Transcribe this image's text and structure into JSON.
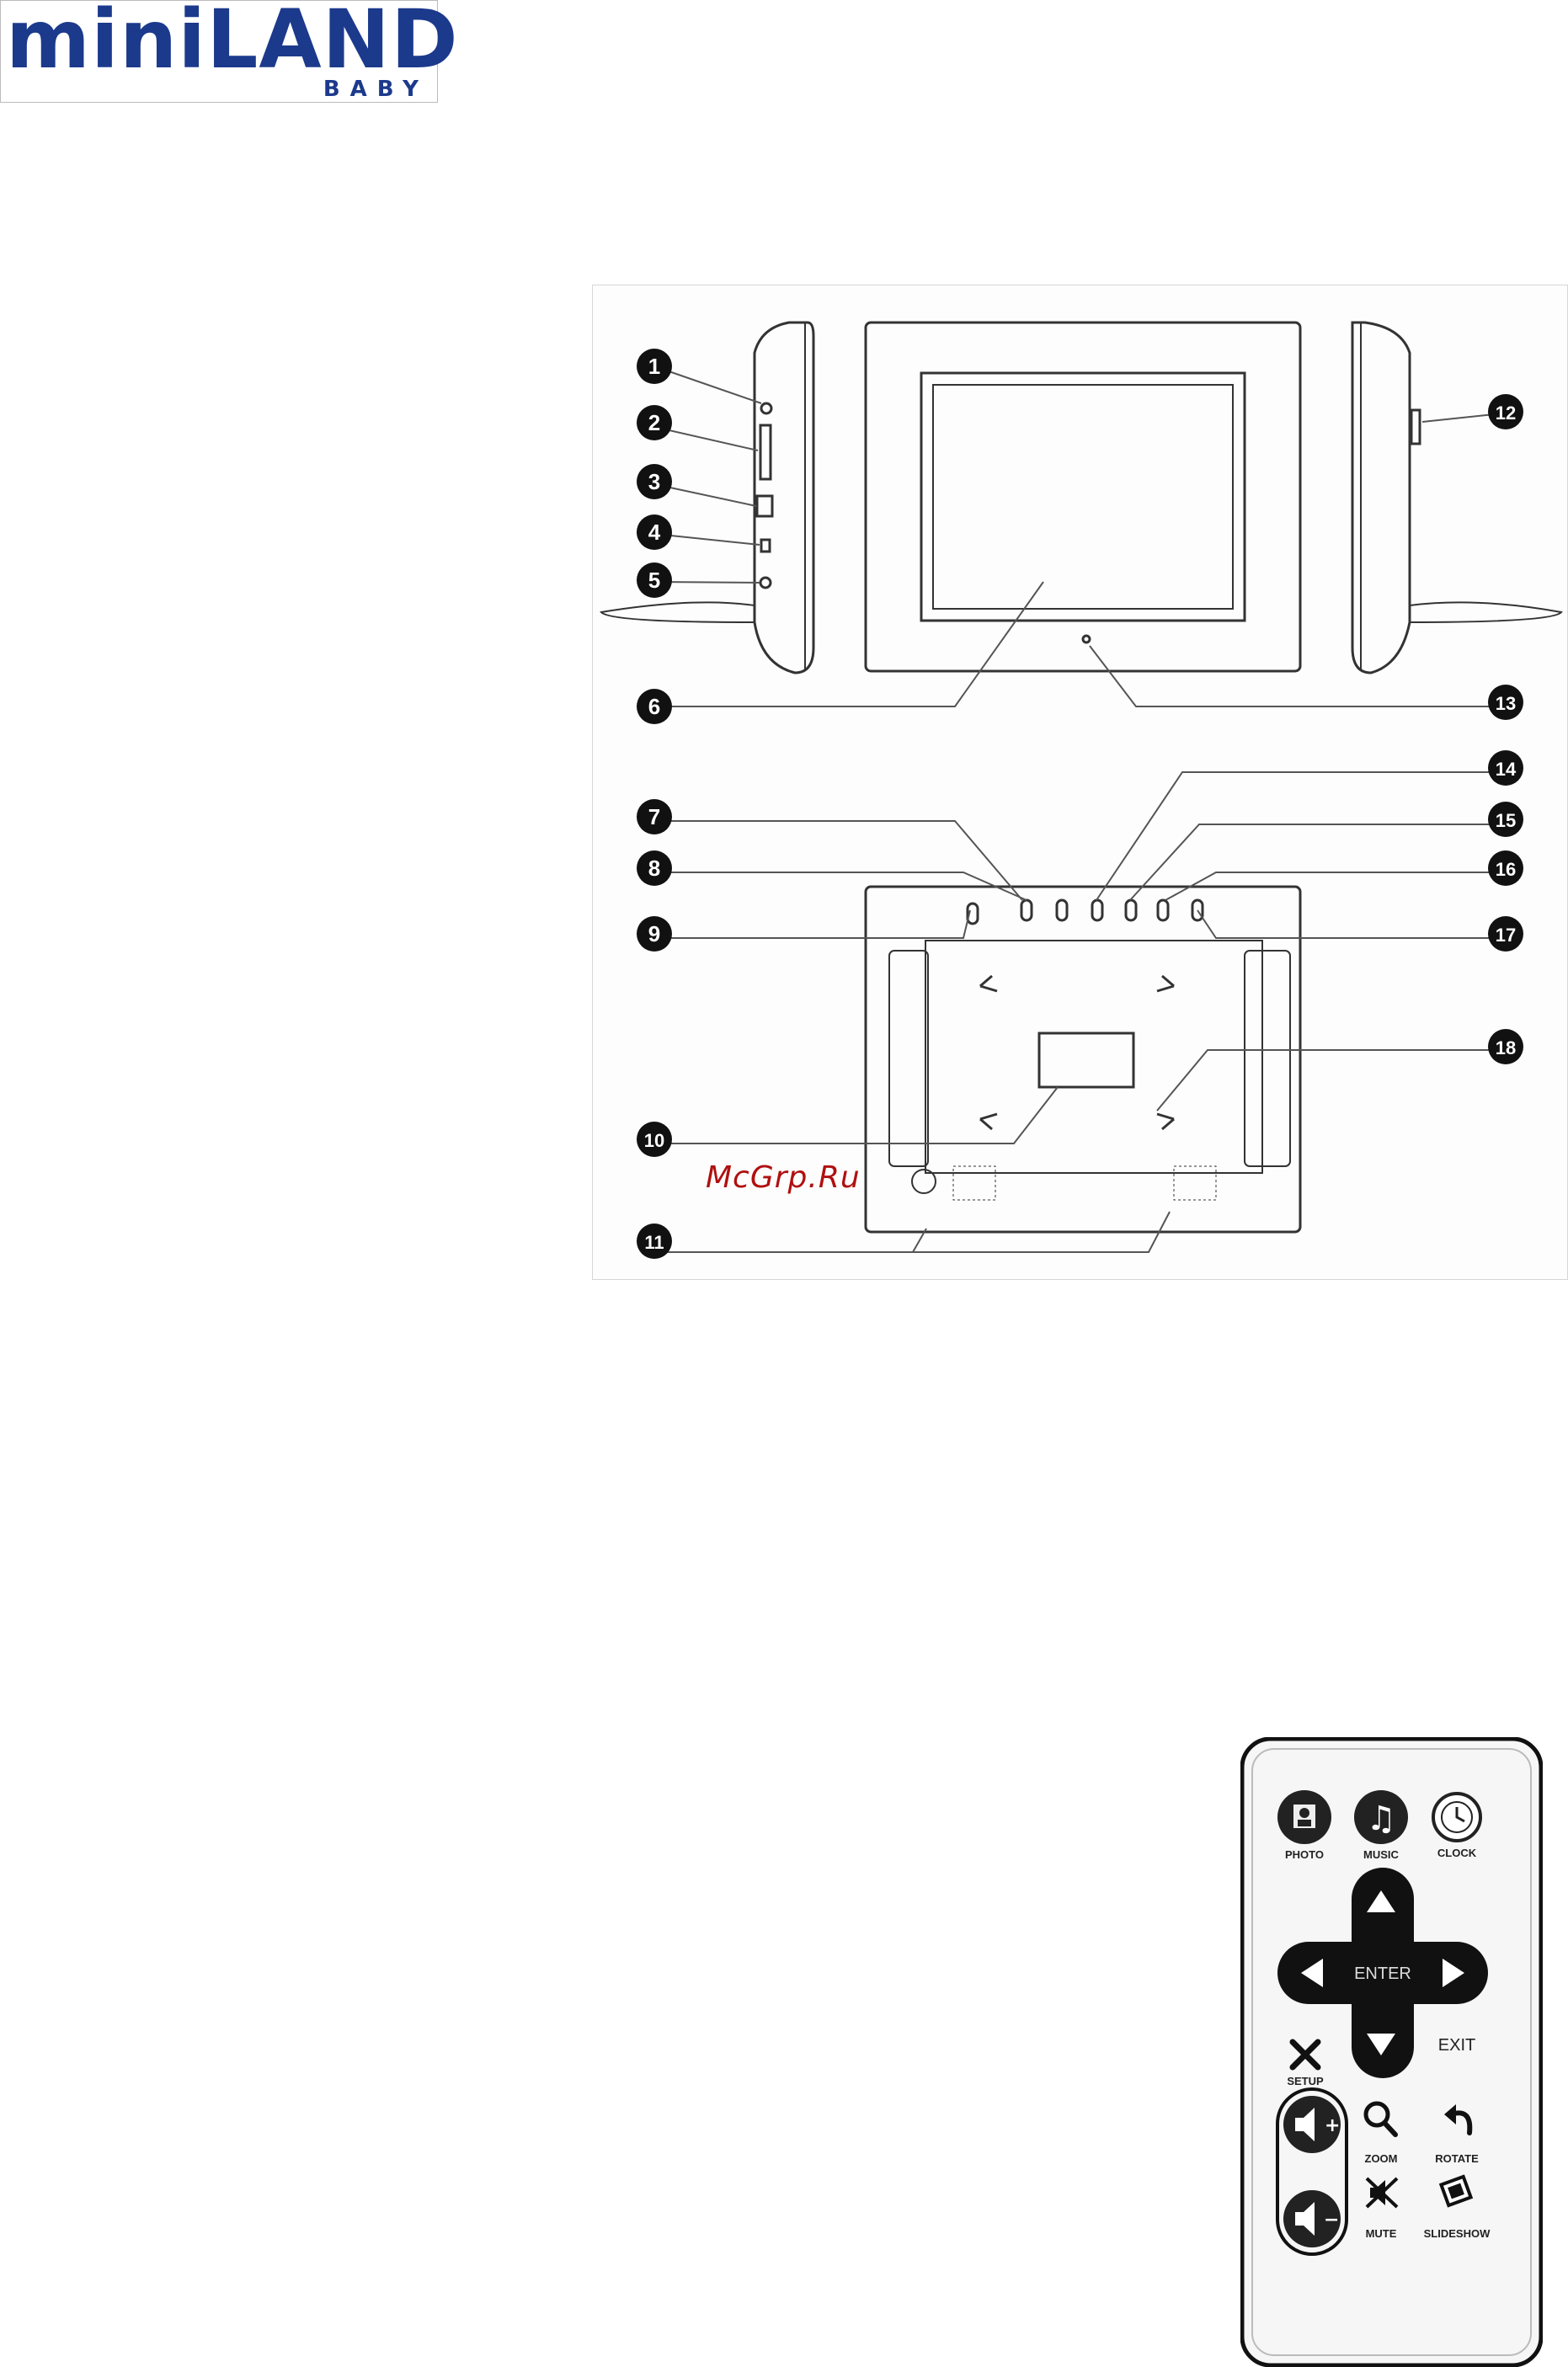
{
  "logo": {
    "brand": "miniLAND",
    "sub": "BABY",
    "color": "#1c3a8c"
  },
  "diagram": {
    "callouts": [
      "1",
      "2",
      "3",
      "4",
      "5",
      "6",
      "7",
      "8",
      "9",
      "10",
      "11",
      "12",
      "13",
      "14",
      "15",
      "16",
      "17",
      "18"
    ]
  },
  "watermark": "McGrp.Ru",
  "remote": {
    "photo": "PHOTO",
    "music": "MUSIC",
    "clock": "CLOCK",
    "enter": "ENTER",
    "exit": "EXIT",
    "setup": "SETUP",
    "zoom": "ZOOM",
    "rotate": "ROTATE",
    "mute": "MUTE",
    "slideshow": "SLIDESHOW"
  }
}
